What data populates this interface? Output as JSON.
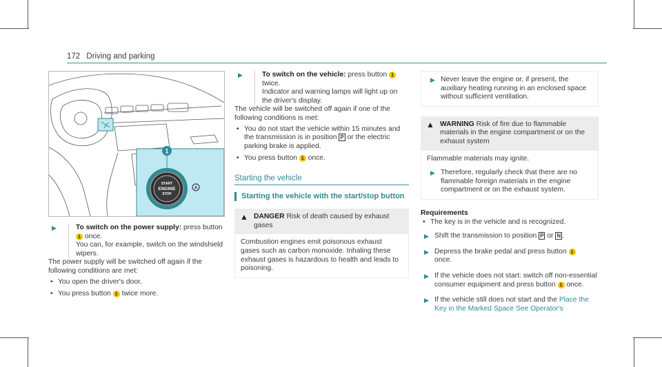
{
  "header": {
    "page_number": "172",
    "section": "Driving and parking"
  },
  "figure": {
    "start_button": {
      "line1": "START",
      "line2": "ENGINE",
      "line3": "STOP"
    },
    "callout_number": "1"
  },
  "col1": {
    "step1_lead": "To switch on the power supply:",
    "step1_text": " press button ",
    "step1_tail": " once.",
    "step1_note": "You can, for example, switch on the windshield wipers.",
    "para": "The power supply will be switched off again if the following conditions are met:",
    "bullets": [
      "You open the driver's door.",
      "You press button ",
      " twice more."
    ]
  },
  "col2": {
    "step_lead": "To switch on the vehicle:",
    "step_text": " press button ",
    "step_tail": "twice.",
    "step_note": "Indicator and warning lamps will light up on the driver's display.",
    "para": "The vehicle will be switched off again if one of the following conditions is met:",
    "bullet1_a": "You do not start the vehicle within 15 minutes and the transmission is in position ",
    "bullet1_sym": "P",
    "bullet1_b": " or the electric parking brake is applied.",
    "bullet2_a": "You press button ",
    "bullet2_b": " once.",
    "section_title": "Starting the vehicle",
    "sub_title": "Starting the vehicle with the start/stop button",
    "danger_label": "DANGER",
    "danger_head": " Risk of death caused by exhaust gases",
    "danger_body": "Combustion engines emit poisonous exhaust gases such as carbon monoxide. Inhaling these exhaust gases is hazardous to health and leads to poisoning."
  },
  "col3": {
    "step_top": "Never leave the engine or, if present, the auxiliary heating running in an enclosed space without sufficient ventilation.",
    "warning_label": "WARNING",
    "warning_head": " Risk of fire due to flammable materials in the engine compartment or on the exhaust system",
    "warning_body": "Flammable materials may ignite.",
    "warning_step": "Therefore, regularly check that there are no flammable foreign materials in the engine compartment or on the exhaust system.",
    "req_title": "Requirements",
    "req_bullet": "The key is in the vehicle and is recognized.",
    "s1_a": "Shift the transmission to position ",
    "s1_p": "P",
    "s1_mid": " or ",
    "s1_n": "N",
    "s1_end": ".",
    "s2_a": "Depress the brake pedal and press button ",
    "s2_b": " once.",
    "s3_a": "If the vehicle does not start: switch off non-essential consumer equipment and press button ",
    "s3_b": " once.",
    "s4_a": "If the vehicle still does not start and the ",
    "s4_link": "Place the Key in the Marked Space See Operator's"
  },
  "num_label": "1",
  "arrow": "▶",
  "warn_icon": "▲"
}
